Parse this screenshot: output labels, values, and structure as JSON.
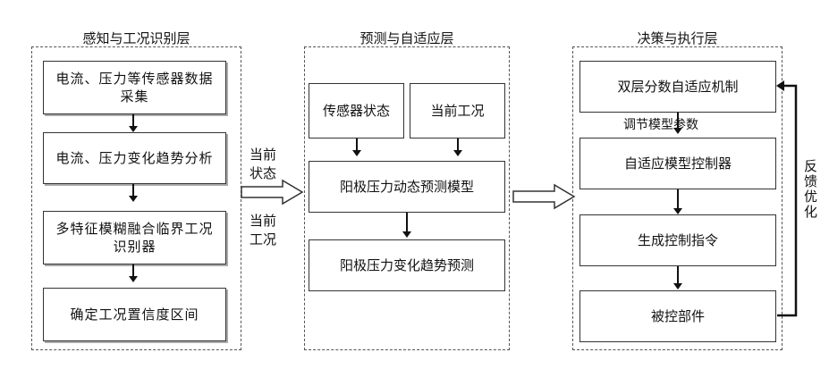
{
  "layers": {
    "perception": {
      "title": "感知与工况识别层",
      "steps": [
        "电流、压力等传感器数据采集",
        "电流、压力变化趋势分析",
        "多特征模糊融合临界工况识别器",
        "确定工况置信度区间"
      ]
    },
    "prediction": {
      "title": "预测与自适应层",
      "input_state": "传感器状态",
      "input_condition": "当前工况",
      "model": "阳极压力动态预测模型",
      "output": "阳极压力变化趋势预测"
    },
    "decision": {
      "title": "决策与执行层",
      "mechanism": "双层分数自适应机制",
      "adjust_label": "调节模型参数",
      "controller": "自适应模型控制器",
      "command": "生成控制指令",
      "actuator": "被控部件",
      "feedback_label": "反馈优化"
    }
  },
  "connector_labels": {
    "current_state": "当前状态",
    "current_condition": "当前工况"
  }
}
